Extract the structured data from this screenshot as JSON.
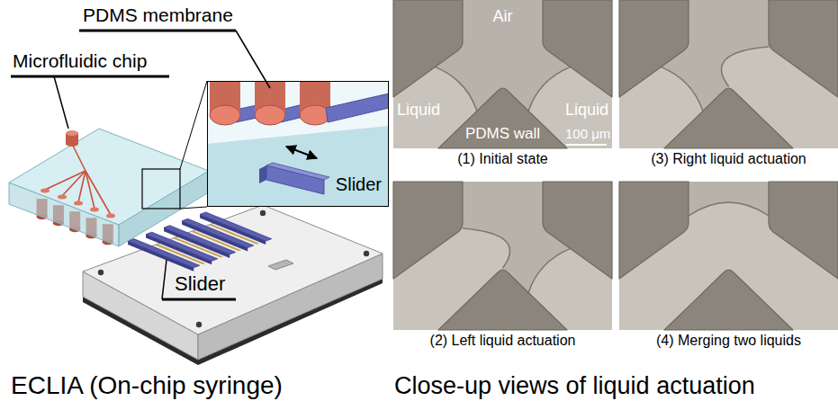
{
  "diagram": {
    "nodes": [
      {
        "text": [
          "Slider"
        ]
      },
      {
        "text": [
          "Air",
          "Liquid",
          "Liquid",
          "PDMS wall",
          "100 μm",
          "(1) Initial state"
        ]
      },
      {
        "text": [
          "(3) Right liquid actuation"
        ]
      },
      {
        "text": [
          "(2) Left liquid actuation"
        ]
      },
      {
        "text": [
          "(4) Merging two liquids"
        ]
      }
    ],
    "labels": [
      "PDMS membrane",
      "Microfluidic chip",
      "Slider",
      "ECLIA (On-chip syringe)",
      "Close-up views of liquid actuation"
    ]
  }
}
